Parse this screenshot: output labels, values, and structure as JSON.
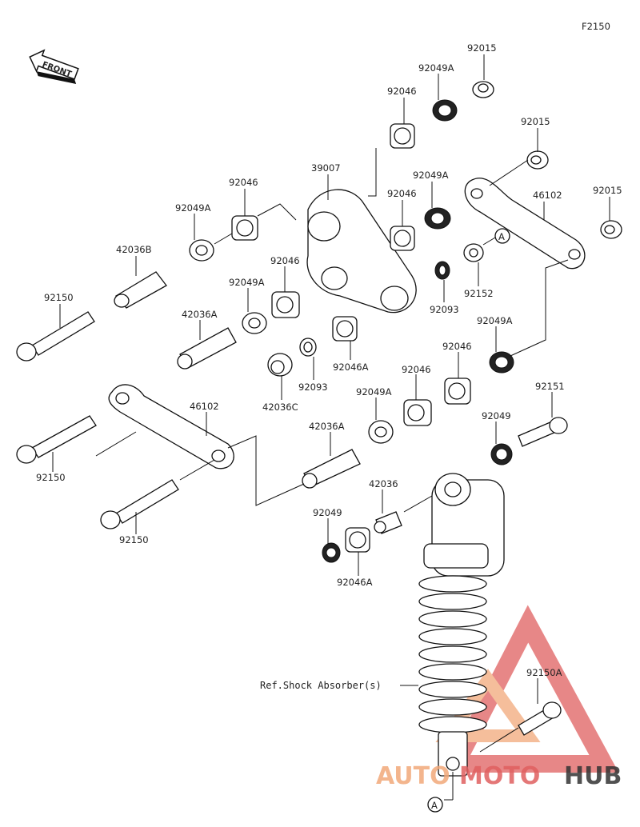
{
  "figure_code": "F2150",
  "front_label": "FRONT",
  "ref_shock_label": "Ref.Shock Absorber(s)",
  "circle_ref": "A",
  "watermark": {
    "part1": "AUTO",
    "part2": "MOTO",
    "part3": "HUB",
    "color_primary": "#f2a97a",
    "color_secondary": "#e06060",
    "color_dark": "#333333"
  },
  "parts": {
    "p92015_top": "92015",
    "p92049A_top": "92049A",
    "p92046_top": "92046",
    "p92015_mid": "92015",
    "p39007": "39007",
    "p92046_left": "92046",
    "p92049A_mid": "92049A",
    "p92015_right": "92015",
    "p46102_right": "46102",
    "p92049A_left": "92049A",
    "p92046_center": "92046",
    "p42036B": "42036B",
    "p92150_top": "92150",
    "p92046_lower": "92046",
    "p92049A_lower": "92049A",
    "p92093_right": "92093",
    "p92152": "92152",
    "p42036A_top": "42036A",
    "p92049A_right": "92049A",
    "p92046A_top": "92046A",
    "p92093_left": "92093",
    "p42036C": "42036C",
    "p92046_r1": "92046",
    "p92046_r2": "92046",
    "p92049A_r3": "92049A",
    "p92151": "92151",
    "p46102_left": "46102",
    "p42036A_bot": "42036A",
    "p92049_right": "92049",
    "p92150_mid": "92150",
    "p42036": "42036",
    "p92049_bot": "92049",
    "p92150_bot": "92150",
    "p92046A_bot": "92046A",
    "p92150A": "92150A"
  }
}
